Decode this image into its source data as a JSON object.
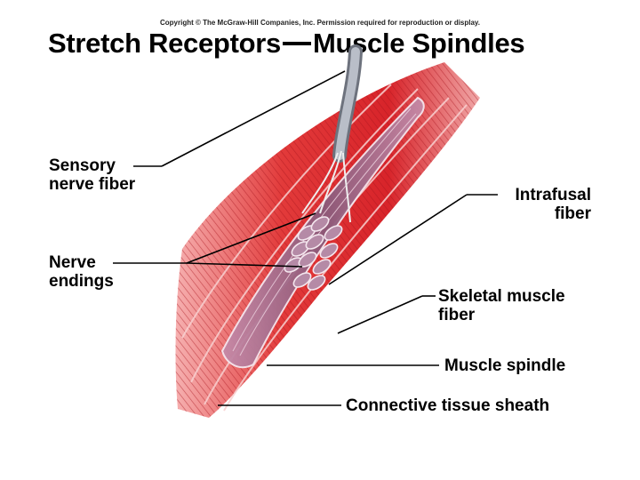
{
  "copyright": "Copyright © The McGraw-Hill Companies, Inc. Permission required for reproduction or display.",
  "title": {
    "part1": "Stretch Receptors",
    "part2": "Muscle Spindles"
  },
  "labels": {
    "sensory_nerve_fiber": [
      "Sensory",
      "nerve fiber"
    ],
    "nerve_endings": [
      "Nerve",
      "endings"
    ],
    "intrafusal_fiber": [
      "Intrafusal",
      "fiber"
    ],
    "skeletal_muscle_fiber": [
      "Skeletal muscle",
      "fiber"
    ],
    "muscle_spindle": "Muscle spindle",
    "connective_tissue_sheath": "Connective tissue sheath"
  },
  "colors": {
    "muscle": "#d8242a",
    "muscle_dark": "#a8141c",
    "muscle_light": "#f2a0a0",
    "spindle": "#9a6a8a",
    "nerve": "#8a8f9a",
    "leader": "#000000"
  }
}
